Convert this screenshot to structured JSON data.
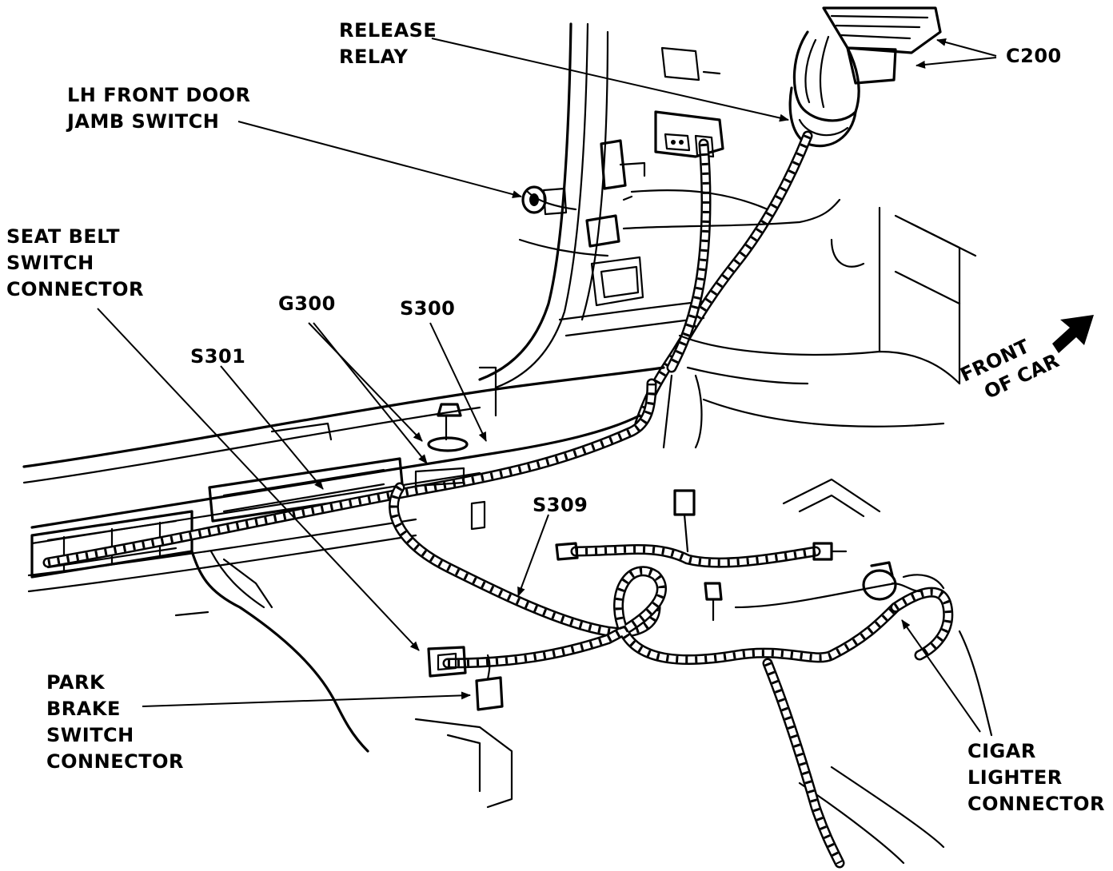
{
  "labels": {
    "release_relay": [
      "RELEASE",
      "RELAY"
    ],
    "c200": "C200",
    "lh_front_door_jamb_switch": [
      "LH FRONT DOOR",
      "JAMB SWITCH"
    ],
    "seat_belt_switch_connector": [
      "SEAT BELT",
      "SWITCH",
      "CONNECTOR"
    ],
    "g300": "G300",
    "s300": "S300",
    "s301": "S301",
    "s309": "S309",
    "front_of_car": [
      "FRONT",
      "OF CAR"
    ],
    "park_brake_switch_connector": [
      "PARK",
      "BRAKE",
      "SWITCH",
      "CONNECTOR"
    ],
    "cigar_lighter_connector": [
      "CIGAR",
      "LIGHTER",
      "CONNECTOR"
    ]
  },
  "colors": {
    "ink": "#000000",
    "paper": "#ffffff"
  }
}
